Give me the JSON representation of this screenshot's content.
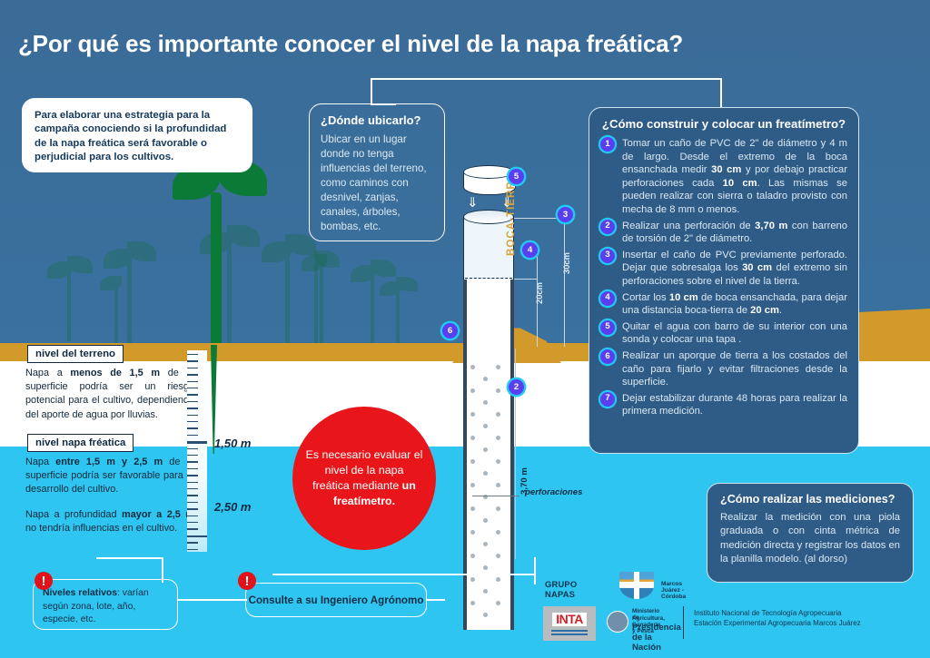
{
  "headline": "¿Por qué es importante conocer el nivel de la napa freática?",
  "intro_box": {
    "text": "Para elaborar una estrategia para la campaña conociendo si la profundidad de la napa freática será favorable o perjudicial para los cultivos."
  },
  "where_box": {
    "title": "¿Dónde  ubicarlo?",
    "text": "Ubicar en un lugar donde no tenga influencias del terreno, como caminos con desnivel, zanjas, canales, árboles, bombas, etc."
  },
  "how_box": {
    "title": "¿Cómo construir y colocar un freatímetro?",
    "steps": [
      {
        "n": "1",
        "text": "Tomar un caño de PVC de 2\" de diámetro y 4 m de largo. Desde el extremo de la boca ensanchada medir 30 cm y por debajo practicar perforaciones cada 10 cm. Las mismas se pueden realizar con sierra o taladro provisto con mecha de 8 mm o menos."
      },
      {
        "n": "2",
        "text": "Realizar una perforación de 3,70 m con barreno de torsión de 2\" de diámetro."
      },
      {
        "n": "3",
        "text": "Insertar el caño de PVC previamente perforado. Dejar que sobresalga los 30 cm del extremo sin perforaciones sobre el nivel de la tierra."
      },
      {
        "n": "4",
        "text": "Cortar los 10 cm de boca ensanchada, para dejar una distancia boca-tierra de 20 cm."
      },
      {
        "n": "5",
        "text": "Quitar el agua con barro de su interior con una sonda y colocar una tapa ."
      },
      {
        "n": "6",
        "text": "Realizar un aporque de tierra a los costados del caño para fijarlo y evitar filtraciones desde la superficie."
      },
      {
        "n": "7",
        "text": "Dejar estabilizar durante 48 horas para realizar la primera medición."
      }
    ]
  },
  "measure_box": {
    "title": "¿Cómo realizar las  mediciones?",
    "text": "Realizar la medición con una piola graduada o con cinta métrica de medición directa y registrar los datos en la planilla modelo. (al dorso)"
  },
  "ground_tag": "nivel del terreno",
  "water_tag": "nivel napa fréatica",
  "info_shallow": "Napa a menos de 1,5 m de la superficie podría ser un riesgo potencial para el cultivo, dependiendo del aporte de agua por lluvias.",
  "info_mid": "Napa entre 1,5 m y 2,5 m de la superficie podría ser favorable para el desarrollo del cultivo.",
  "info_deep": "Napa a profundidad mayor a 2,5 m no tendría influencias en el cultivo.",
  "ruler": {
    "label_150": "1,50 m",
    "label_250": "2,50 m"
  },
  "red_circle": {
    "text": "Es necesario evaluar el nivel de la napa freática mediante un freatímetro."
  },
  "alerts": [
    {
      "icon": "exclamation-icon",
      "text": "Niveles relativos: varían según zona, lote, año, especie, etc."
    },
    {
      "icon": "exclamation-icon",
      "text": "Consulte a su Ingeniero Agrónomo"
    }
  ],
  "diagram": {
    "boca_tierra_label": "BOCA-TIERRA",
    "dim_30cm": "30cm",
    "dim_20cm": "20cm",
    "dim_370m": "3,70 m",
    "perforaciones_label": "perforaciones",
    "markers": [
      "2",
      "3",
      "4",
      "5",
      "6"
    ]
  },
  "footer": {
    "grupo_napas": "GRUPO NAPAS",
    "grupo_sub": "Marcos Juárez - Córdoba",
    "inta": "INTA",
    "ministerio_l1": "Ministerio de",
    "ministerio_l2": "Agricultura, Ganadería y Pesca",
    "ministerio_l3": "Presidencia de la Nación",
    "instituto_l1": "Instituto Nacional de Tecnología Agropecuaria",
    "instituto_l2": "Estación Experimental Agropecuaria Marcos Juárez"
  },
  "colors": {
    "sky": "#3a6e9b",
    "soil": "#d19a2b",
    "water": "#2ec6f0",
    "red": "#e8161b",
    "marker": "#5a3ff0",
    "marker_ring": "#23c9f5",
    "plant": "#0b7a36"
  }
}
